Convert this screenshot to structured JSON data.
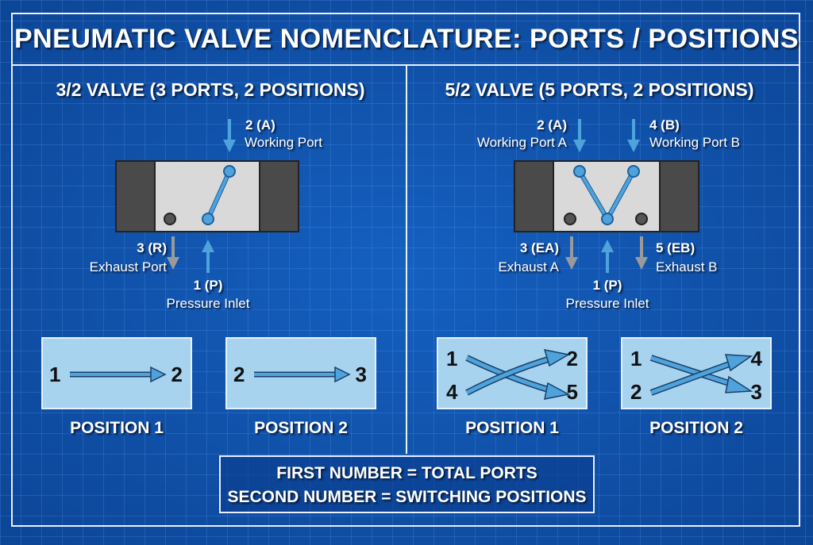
{
  "title": "PNEUMATIC VALVE NOMENCLATURE: PORTS / POSITIONS",
  "left": {
    "heading": "3/2 VALVE (3 PORTS, 2 POSITIONS)",
    "ports": [
      {
        "id": "2 (A)",
        "desc": "Working Port"
      },
      {
        "id": "3 (R)",
        "desc": "Exhaust Port"
      },
      {
        "id": "1 (P)",
        "desc": "Pressure Inlet"
      }
    ],
    "positions": [
      {
        "label": "POSITION 1",
        "from": "1",
        "to": "2"
      },
      {
        "label": "POSITION 2",
        "from": "2",
        "to": "3"
      }
    ]
  },
  "right": {
    "heading": "5/2 VALVE (5 PORTS, 2 POSITIONS)",
    "ports": [
      {
        "id": "2 (A)",
        "desc": "Working Port A"
      },
      {
        "id": "4 (B)",
        "desc": "Working Port B"
      },
      {
        "id": "3 (EA)",
        "desc": "Exhaust A"
      },
      {
        "id": "1 (P)",
        "desc": "Pressure Inlet"
      },
      {
        "id": "5 (EB)",
        "desc": "Exhaust B"
      }
    ],
    "positions": [
      {
        "label": "POSITION 1",
        "tl": "1",
        "bl": "4",
        "tr": "2",
        "br": "5"
      },
      {
        "label": "POSITION 2",
        "tl": "1",
        "bl": "2",
        "tr": "4",
        "br": "3"
      }
    ]
  },
  "note": {
    "line1": "FIRST NUMBER = TOTAL PORTS",
    "line2": "SECOND NUMBER = SWITCHING POSITIONS"
  },
  "colors": {
    "background": "#0f4fa6",
    "flow": "#4ea3dc",
    "valve_body": "#d9d9d9",
    "valve_end": "#4a4a4a",
    "exhaust": "#9a9a9a",
    "position_box": "#a8d3ef"
  }
}
